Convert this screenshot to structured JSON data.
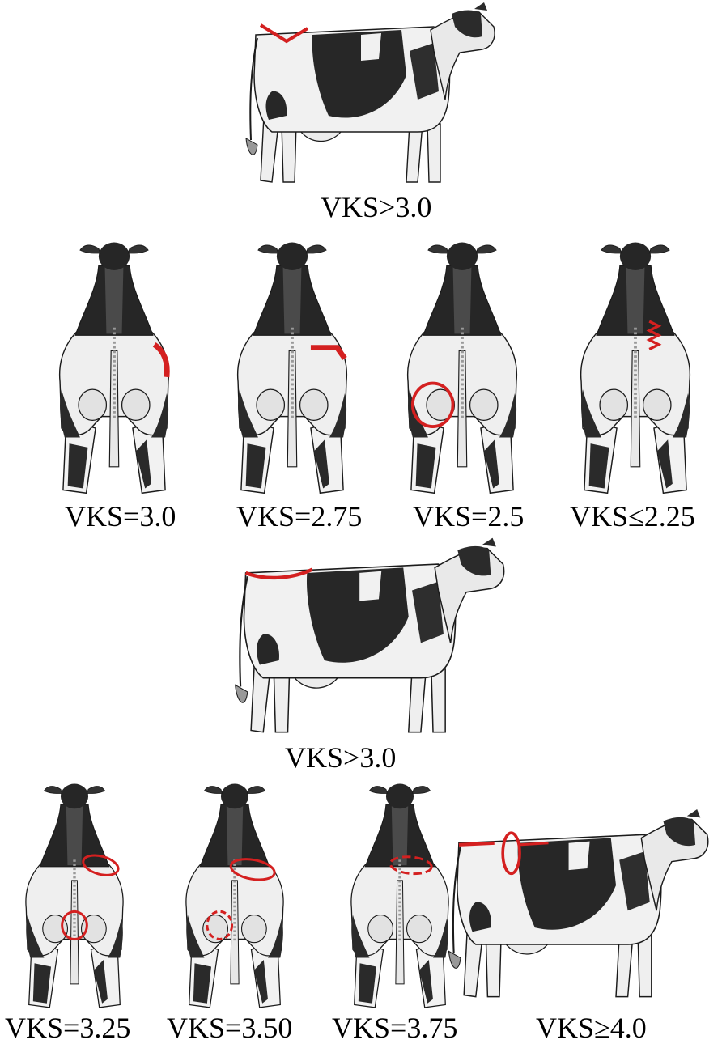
{
  "labels": {
    "side_top": "VKS>3.0",
    "rear_3_0": "VKS=3.0",
    "rear_2_75": "VKS=2.75",
    "rear_2_5": "VKS=2.5",
    "rear_2_25": "VKS≤2.25",
    "side_middle": "VKS>3.0",
    "rear_3_25": "VKS=3.25",
    "rear_3_50": "VKS=3.50",
    "rear_3_75": "VKS=3.75",
    "side_4_0": "VKS≥4.0"
  },
  "colors": {
    "marker": "#d42020",
    "ink": "#1b1b1b",
    "hide": "#f4f4f4"
  },
  "icons": {
    "side_view": "cow-side-view-icon",
    "rear_view": "cow-rear-view-icon"
  }
}
